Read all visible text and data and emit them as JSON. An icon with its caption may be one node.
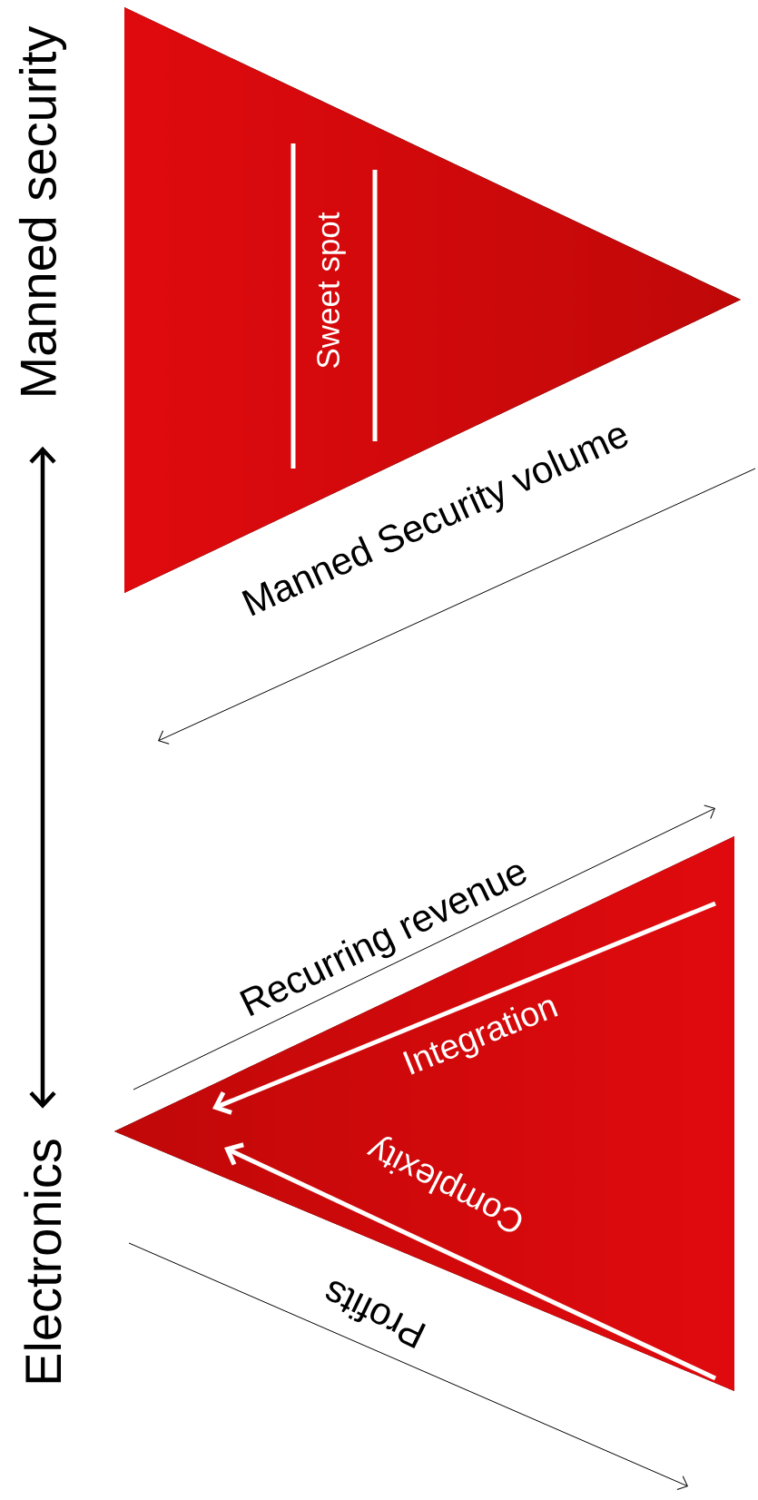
{
  "diagram": {
    "nodes": [
      {
        "text": [
          "Manned security"
        ]
      },
      {
        "text": [
          "Electronics"
        ]
      },
      {
        "text": [
          "Sweet spot"
        ]
      },
      {
        "text": [
          "Integration",
          "Complexity"
        ]
      }
    ],
    "edges": [
      {
        "from": 0,
        "to": 1,
        "arrow": "both"
      }
    ],
    "labels": [
      "Manned Security volume",
      "Recurring revenue",
      "Profits"
    ]
  }
}
